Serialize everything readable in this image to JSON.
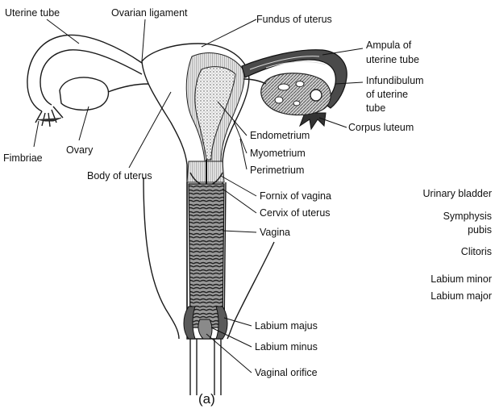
{
  "labels": {
    "uterine_tube": "Uterine tube",
    "ovarian_ligament": "Ovarian ligament",
    "fundus_of_uterus": "Fundus of uterus",
    "ampula_line1": "Ampula of",
    "ampula_line2": "uterine tube",
    "infundibulum_line1": "Infundibulum",
    "infundibulum_line2": "of uterine",
    "infundibulum_line3": "tube",
    "corpus_luteum": "Corpus luteum",
    "endometrium": "Endometrium",
    "myometrium": "Myometrium",
    "perimetrium": "Perimetrium",
    "fornix_of_vagina": "Fornix of vagina",
    "cervix_of_uterus": "Cervix of uterus",
    "vagina": "Vagina",
    "labium_majus": "Labium majus",
    "labium_minus": "Labium minus",
    "vaginal_orifice": "Vaginal orifice",
    "fimbriae": "Fimbriae",
    "ovary": "Ovary",
    "body_of_uterus": "Body of uterus"
  },
  "side_list": {
    "urinary_bladder": "Urinary bladder",
    "symphysis_line1": "Symphysis",
    "symphysis_line2": "pubis",
    "clitoris": "Clitoris",
    "labium_minor": "Labium minor",
    "labium_major": "Labium major"
  },
  "caption": "(a)"
}
